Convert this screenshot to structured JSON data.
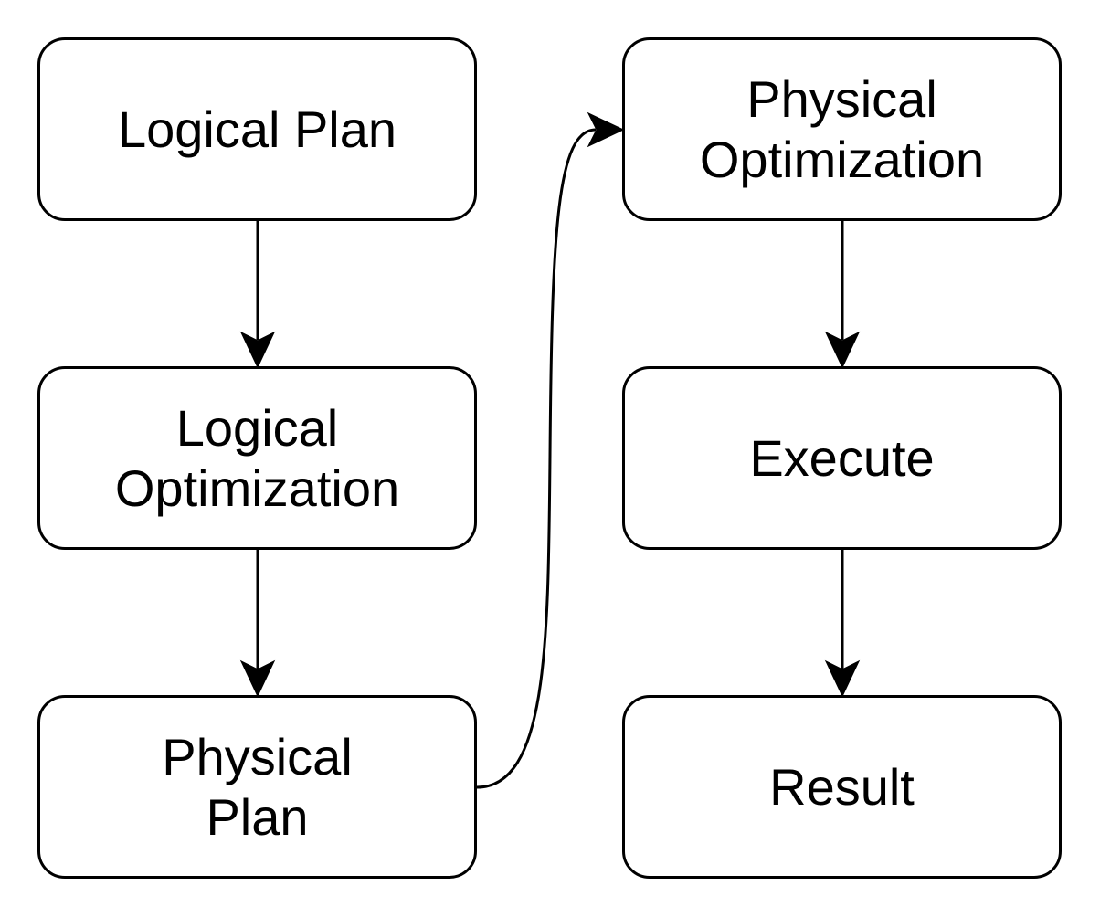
{
  "nodes": {
    "logical_plan": "Logical Plan",
    "logical_optimization": "Logical Optimization",
    "physical_plan": "Physical Plan",
    "physical_optimization": "Physical Optimization",
    "execute": "Execute",
    "result": "Result"
  },
  "colors": {
    "stroke": "#000000",
    "fill": "#ffffff"
  }
}
